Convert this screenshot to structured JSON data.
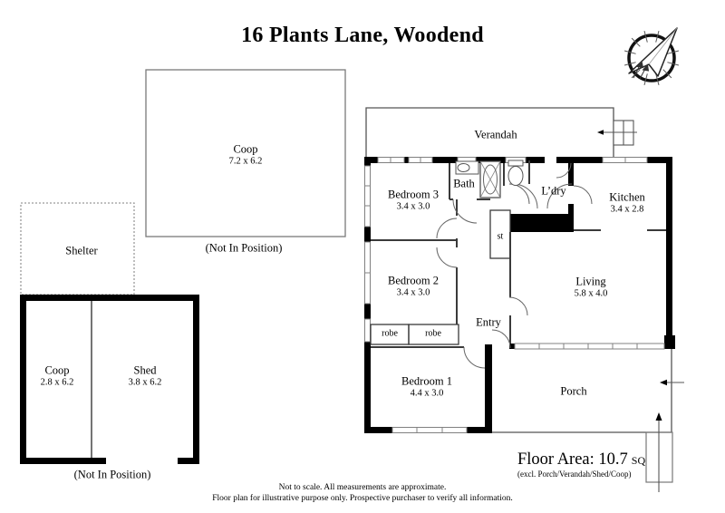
{
  "page": {
    "title": "16 Plants Lane, Woodend",
    "floor_area": {
      "main": "Floor Area: 10.7",
      "unit": "SQ",
      "note": "(excl. Porch/Verandah/Shed/Coop)"
    },
    "disclaimer_line1": "Not to scale. All measurements are approximate.",
    "disclaimer_line2": "Floor plan for illustrative purpose only. Prospective purchaser to verify all information."
  },
  "outbuildings": {
    "coop_large": {
      "name": "Coop",
      "dims": "7.2 x 6.2"
    },
    "coop_large_note": "(Not In Position)",
    "shelter": "Shelter",
    "coop_small": {
      "name": "Coop",
      "dims": "2.8 x 6.2"
    },
    "shed": {
      "name": "Shed",
      "dims": "3.8 x 6.2"
    },
    "shed_note": "(Not In Position)"
  },
  "house": {
    "verandah": "Verandah",
    "bedroom3": {
      "name": "Bedroom 3",
      "dims": "3.4 x 3.0"
    },
    "bath": "Bath",
    "laundry": "L’dry",
    "kitchen": {
      "name": "Kitchen",
      "dims": "3.4 x 2.8"
    },
    "bedroom2": {
      "name": "Bedroom 2",
      "dims": "3.4 x 3.0"
    },
    "living": {
      "name": "Living",
      "dims": "5.8 x 4.0"
    },
    "store": "st",
    "entry": "Entry",
    "robe_left": "robe",
    "robe_right": "robe",
    "bedroom1": {
      "name": "Bedroom 1",
      "dims": "4.4 x 3.0"
    },
    "porch": "Porch"
  },
  "colors": {
    "wall": "#000000",
    "thin_line": "#3a3a3a",
    "light_line": "#808080",
    "background": "#ffffff"
  }
}
